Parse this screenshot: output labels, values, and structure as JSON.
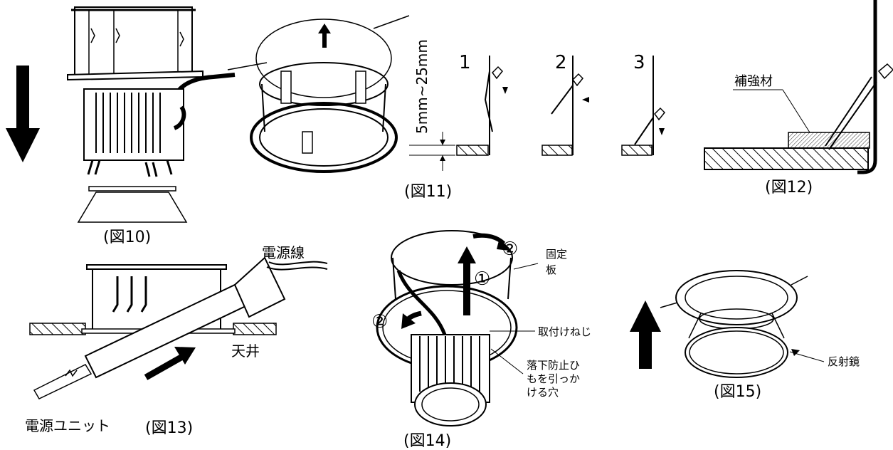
{
  "figures": {
    "fig10": "(図10)",
    "fig11": "(図11)",
    "fig12": "(図12)",
    "fig13": "(図13)",
    "fig14": "(図14)",
    "fig15": "(図15)"
  },
  "fig11": {
    "dimension": "5mm~25mm",
    "step1": "1",
    "step2": "2",
    "step3": "3"
  },
  "fig12": {
    "reinforcement": "補強材"
  },
  "fig13": {
    "power_cable": "電源線",
    "ceiling": "天井",
    "power_unit": "電源ユニット"
  },
  "fig14": {
    "fixing_plate_1": "固定",
    "fixing_plate_2": "板",
    "mounting_screw": "取付けねじ",
    "hole_1": "落下防止ひ",
    "hole_2": "もを引っか",
    "hole_3": "ける穴",
    "step_1": "①",
    "step_2": "②"
  },
  "fig15": {
    "reflector": "反射鏡"
  }
}
